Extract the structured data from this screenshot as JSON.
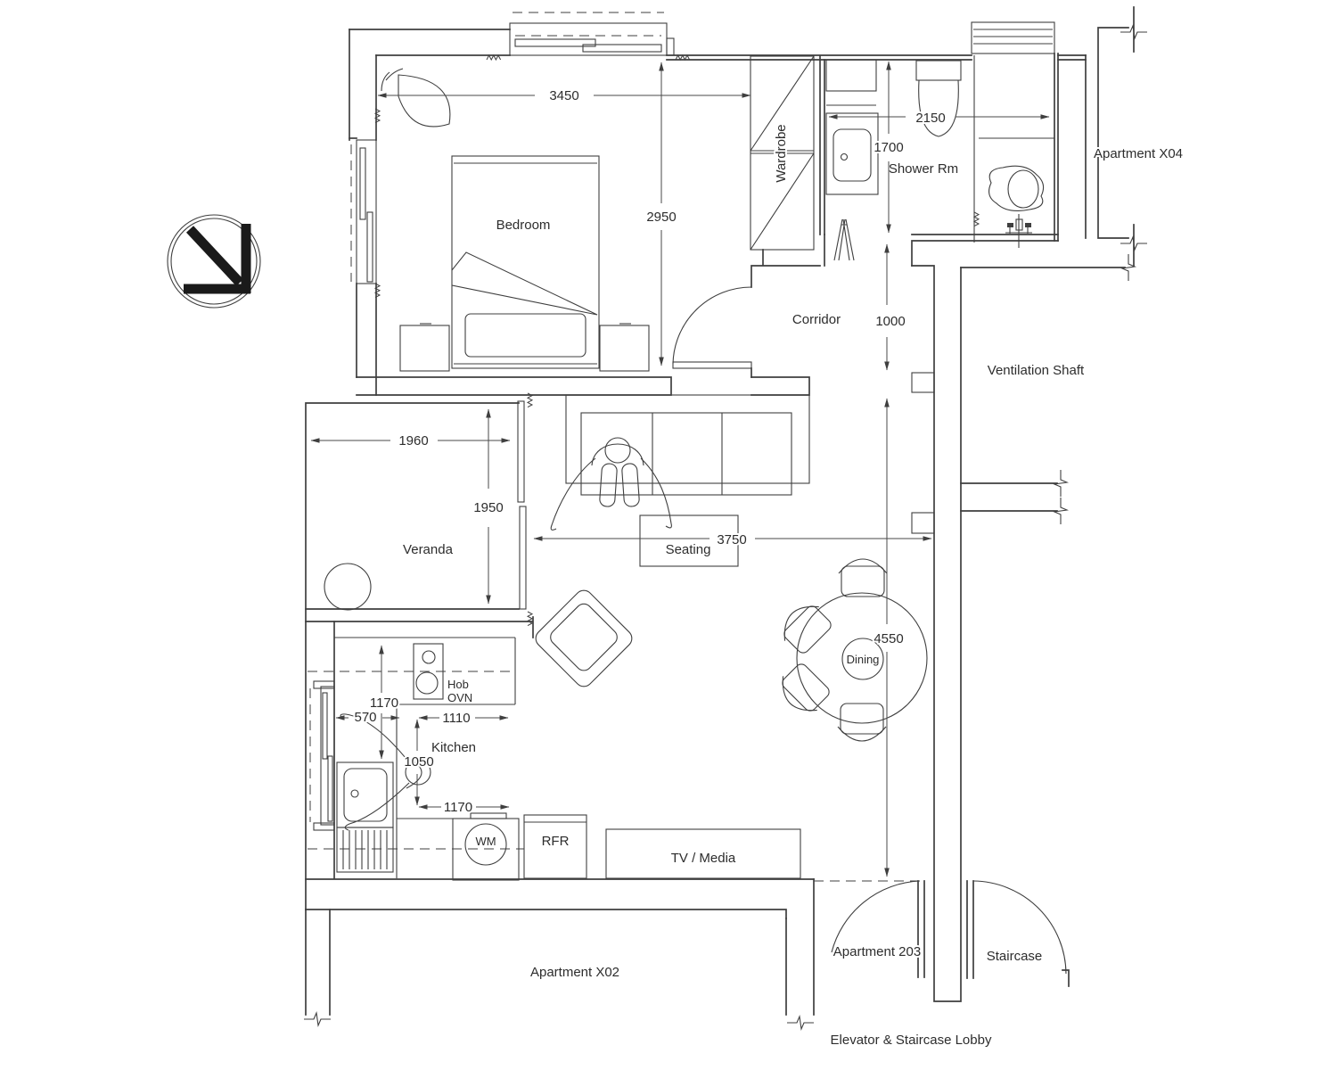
{
  "title": "Apartment unit floor plan",
  "labels": {
    "bedroom": "Bedroom",
    "wardrobe": "Wardrobe",
    "shower": "Shower Rm",
    "corridor": "Corridor",
    "vent": "Ventilation Shaft",
    "veranda": "Veranda",
    "seating": "Seating",
    "dining": "Dining",
    "kitchen": "Kitchen",
    "hob": "Hob",
    "ovn": "OVN",
    "wm": "WM",
    "rfr": "RFR",
    "tv": "TV / Media",
    "apt_x04": "Apartment X04",
    "apt_x02": "Apartment X02",
    "apt_203": "Apartment 203",
    "staircase": "Staircase",
    "lobby": "Elevator & Staircase Lobby"
  },
  "dims": {
    "bedroom_w": "3450",
    "bedroom_h": "2950",
    "shower_w": "2150",
    "shower_h": "1700",
    "corridor_w": "1000",
    "living_h": "4550",
    "veranda_w": "1960",
    "veranda_h": "1950",
    "living_w": "3750",
    "kitchen_a": "1170",
    "kitchen_b": "570",
    "kitchen_c": "1110",
    "kitchen_d": "1050",
    "kitchen_e": "1170"
  },
  "icons": {
    "north_arrow": "north-arrow"
  },
  "colors": {
    "line": "#3f3f3f",
    "dim": "#4a4a4a",
    "text": "#2d2d2d",
    "bg": "#ffffff"
  }
}
